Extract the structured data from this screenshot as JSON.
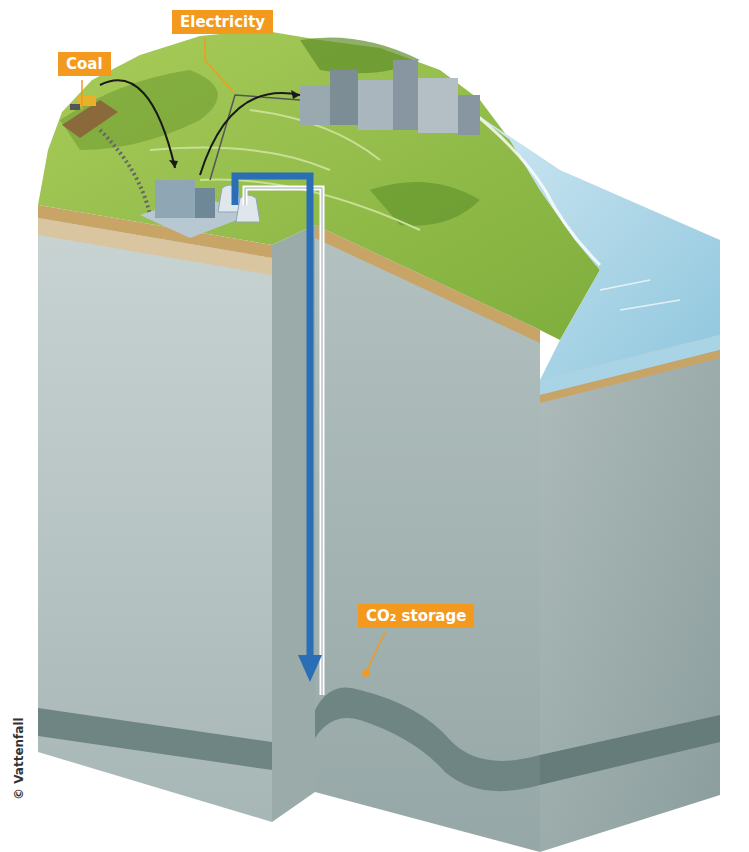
{
  "diagram": {
    "nodes": [
      {
        "text": [
          "Electricity"
        ]
      },
      {
        "text": [
          "Coal"
        ]
      },
      {
        "text": [
          "CO₂ storage"
        ]
      }
    ],
    "labels": [
      "© Vattenfall"
    ]
  }
}
